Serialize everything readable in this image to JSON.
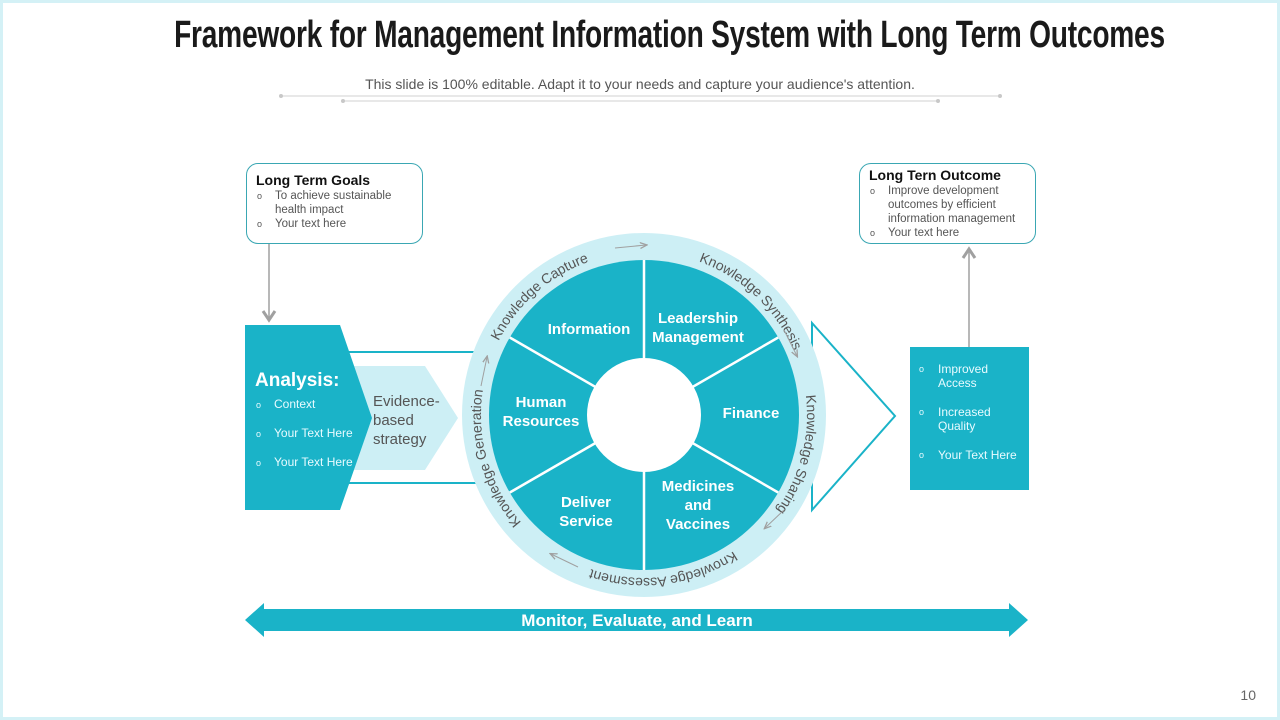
{
  "title": "Framework for Management Information System with Long Term Outcomes",
  "subtitle": "This slide is 100% editable. Adapt it to your needs and capture your audience's attention.",
  "colors": {
    "teal": "#1ab3c8",
    "light": "#cdeff5",
    "border": "#3aa7b3",
    "arrow_gray": "#a0a0a0"
  },
  "goals": {
    "title": "Long Term Goals",
    "items": [
      "To achieve sustainable health impact",
      "Your text here"
    ]
  },
  "outcome": {
    "title": "Long Tern Outcome",
    "items": [
      "Improve development outcomes by efficient information management",
      "Your text here"
    ]
  },
  "analysis": {
    "title": "Analysis:",
    "items": [
      "Context",
      "Your Text Here",
      "Your Text Here"
    ]
  },
  "evidence": {
    "lines": [
      "Evidence-",
      "based",
      "strategy"
    ]
  },
  "sectors": {
    "information": [
      "Information"
    ],
    "leadership": [
      "Leadership",
      "Management"
    ],
    "finance": [
      "Finance"
    ],
    "medicines": [
      "Medicines",
      "and",
      "Vaccines"
    ],
    "deliver": [
      "Deliver",
      "Service"
    ],
    "human": [
      "Human",
      "Resources"
    ]
  },
  "ring": [
    "Knowledge Capture",
    "Knowledge Synthesis",
    "Knowledge Sharing",
    "Knowledge Assessment",
    "Knowledge Generation"
  ],
  "results": [
    "Improved Access",
    "Increased Quality",
    "Your Text Here"
  ],
  "monitor": "Monitor, Evaluate, and Learn",
  "page_number": "10"
}
